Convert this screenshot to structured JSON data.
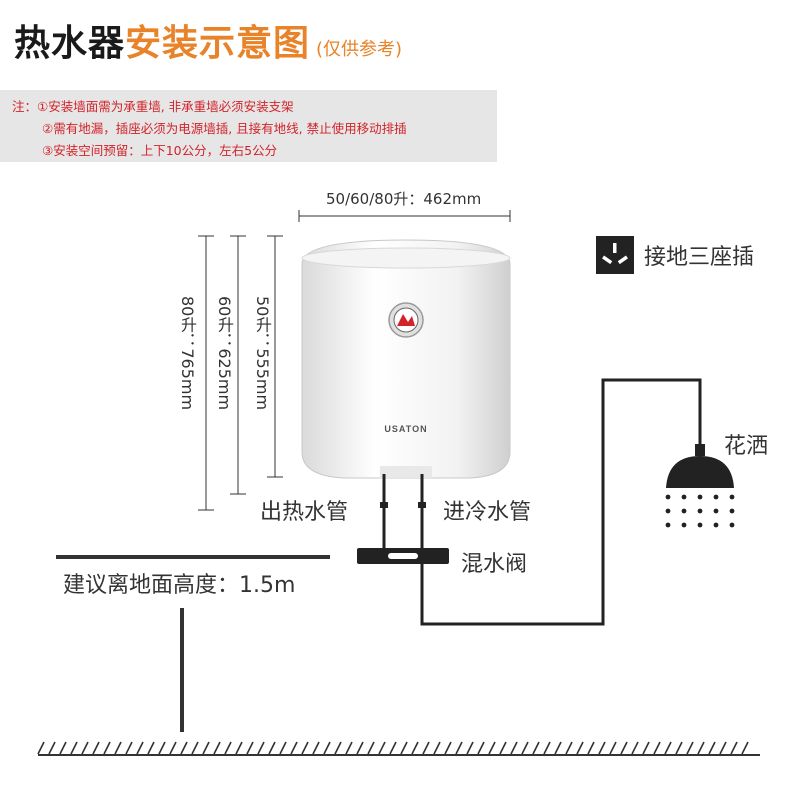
{
  "title": {
    "part1": "热水器",
    "part2": "安装示意图",
    "note": "(仅供参考)"
  },
  "notes": {
    "line1": "注：①安装墙面需为承重墙, 非承重墙必须安装支架",
    "line2": "②需有地漏，插座必须为电源墙插, 且接有地线, 禁止使用移动排插",
    "line3": "③安装空间预留：上下10公分，左右5公分"
  },
  "dimensions": {
    "width": "50/60/80升：462mm",
    "height_80": "80升：765mm",
    "height_60": "60升：625mm",
    "height_50": "50升：555mm"
  },
  "labels": {
    "brand": "USATON",
    "socket": "接地三座插",
    "shower": "花洒",
    "hot_out": "出热水管",
    "cold_in": "进冷水管",
    "mixing_valve": "混水阀",
    "height_note": "建议离地面高度：1.5m"
  },
  "colors": {
    "accent": "#e8832a",
    "warning": "#d2232a",
    "line": "#333333"
  },
  "icons": {
    "socket": "socket-icon",
    "shower": "shower-head-icon",
    "gauge": "gauge-icon"
  }
}
